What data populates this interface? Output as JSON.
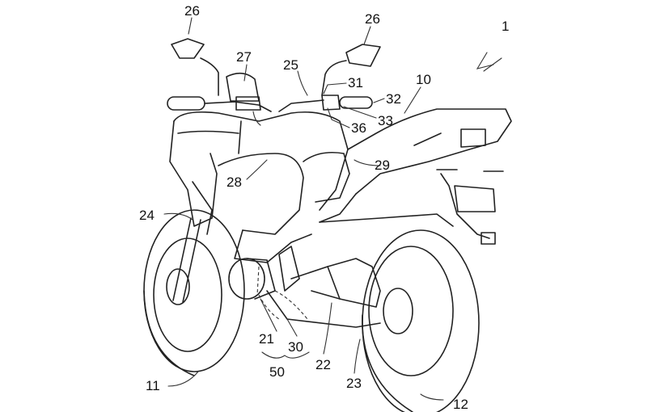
{
  "figure": {
    "labels": {
      "l1": "1",
      "l10": "10",
      "l11": "11",
      "l12": "12",
      "l21": "21",
      "l22": "22",
      "l23": "23",
      "l24": "24",
      "l25": "25",
      "l26a": "26",
      "l26b": "26",
      "l27": "27",
      "l28": "28",
      "l29": "29",
      "l30": "30",
      "l31": "31",
      "l32": "32",
      "l33": "33",
      "l36": "36",
      "l50": "50"
    }
  }
}
